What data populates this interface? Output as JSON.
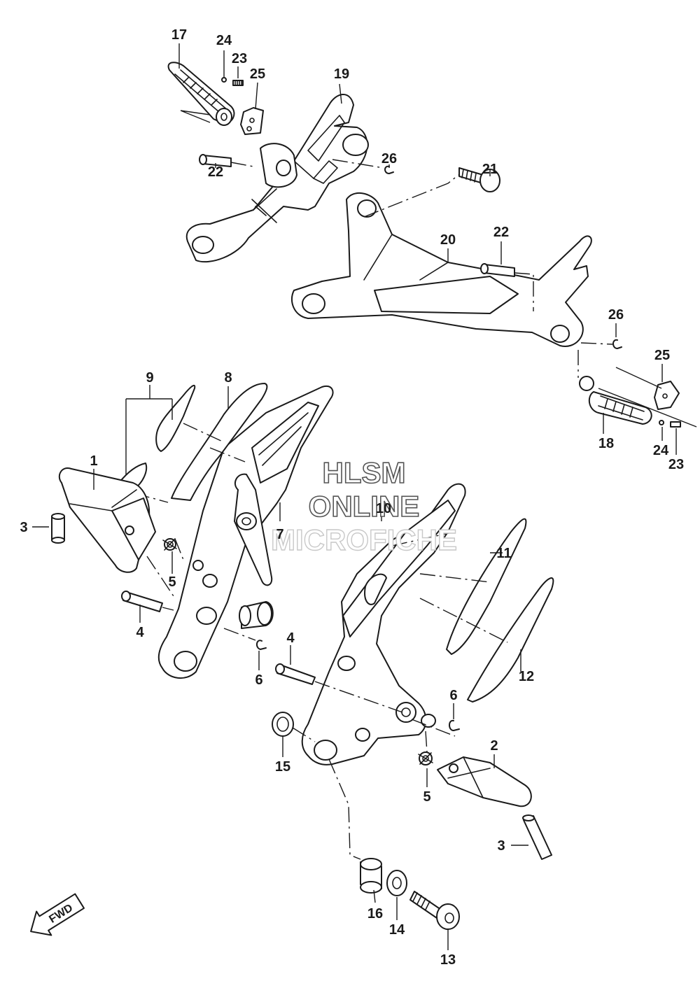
{
  "watermark": {
    "line1": "HLSM",
    "line2": "ONLINE",
    "line3": "MICROFICHE"
  },
  "direction_label": "FWD",
  "callouts": {
    "c1": "1",
    "c2": "2",
    "c3a": "3",
    "c3b": "3",
    "c4a": "4",
    "c4b": "4",
    "c5a": "5",
    "c5b": "5",
    "c6a": "6",
    "c6b": "6",
    "c7": "7",
    "c8": "8",
    "c9": "9",
    "c10": "10",
    "c11": "11",
    "c12": "12",
    "c13": "13",
    "c14": "14",
    "c15": "15",
    "c16": "16",
    "c17": "17",
    "c18": "18",
    "c19": "19",
    "c20": "20",
    "c21": "21",
    "c22a": "22",
    "c22b": "22",
    "c23a": "23",
    "c23b": "23",
    "c24a": "24",
    "c24b": "24",
    "c25a": "25",
    "c25b": "25",
    "c26a": "26",
    "c26b": "26"
  },
  "icons": [
    "fwd-arrow-icon"
  ]
}
